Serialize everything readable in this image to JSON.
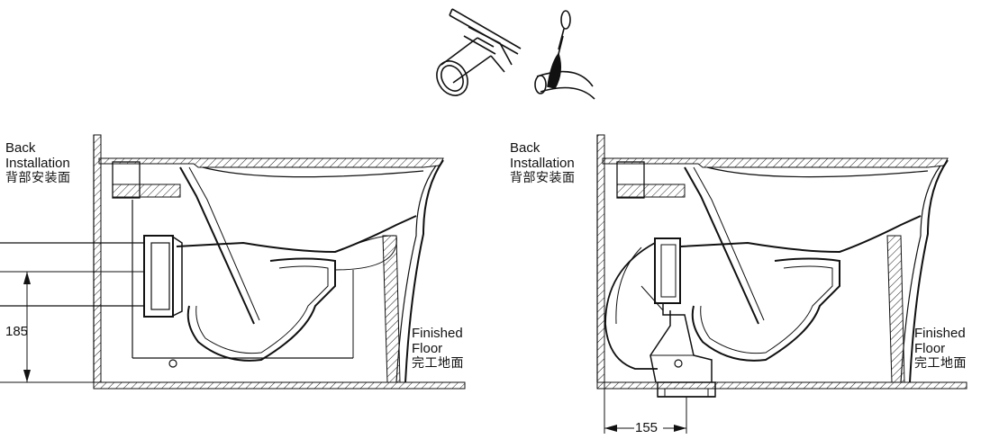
{
  "labels": {
    "back_en_1": "Back",
    "back_en_2": "Installation",
    "back_cn": "背部安装面",
    "floor_en_1": "Finished",
    "floor_en_2": "Floor",
    "floor_cn": "完工地面"
  },
  "dimensions": {
    "wall_outlet_height": "185",
    "floor_outlet_offset": "155"
  }
}
